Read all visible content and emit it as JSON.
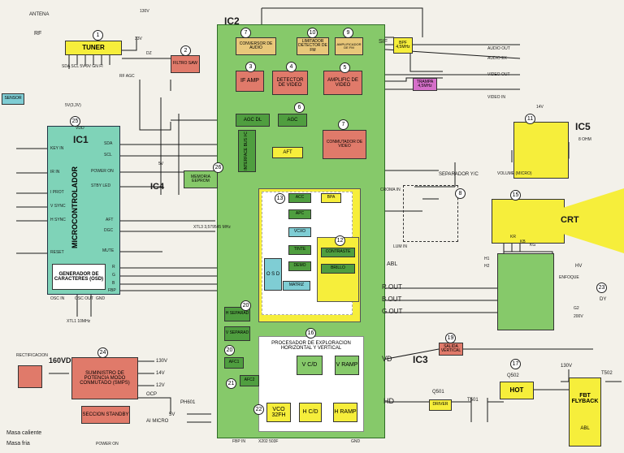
{
  "colors": {
    "bg": "#f3f1ea",
    "ic_green": "#86c96a",
    "ic_dark": "#4f9e3f",
    "block_red": "#e07a6a",
    "block_yellow": "#f6ee3b",
    "block_tan": "#e8c77a",
    "block_pink": "#d56fc9",
    "mcu": "#7fd3b8",
    "wire": "#1a1a1a"
  },
  "ic2": {
    "title": "IC2",
    "conv_audio": "CONVERSOR DE AUDIO",
    "limiter": "LIMITADOR DETECTOR DE FM",
    "amp_fm": "AMPLIFICADOR DE FM",
    "sif": "SIF",
    "bpf": "BPF 4,5MHz",
    "if_amp": "IF AMP",
    "det_video": "DETECTOR DE VIDEO",
    "amp_video": "AMPLIFIC DE VIDEO",
    "agc_dl": "AGC DL",
    "agc": "AGC",
    "conv_video": "CONMUTADOR DE VIDEO",
    "aft": "AFT",
    "bus": "INTERFACE BUS I²C",
    "acc": "ACC",
    "bpa": "BPA",
    "apc": "APC",
    "vcxo": "VCXO",
    "tinte": "TINTE",
    "demo": "DEMO",
    "contraste": "CONTRASTE",
    "brillo": "BRILLO",
    "osd": "O S D",
    "matriz": "MATRIZ",
    "h_sep": "H SEPARAD",
    "v_sep": "V SEPARAD",
    "proc": "PROCESADOR DE EXPLORACION HORIZONTAL Y VERTICAL",
    "afc1": "AFC1",
    "afc2": "AFC2",
    "vcd": "V C/D",
    "vramp": "V RAMP",
    "vco": "VCO 32FH",
    "hcd": "H C/D",
    "hramp": "H RAMP"
  },
  "ic1": {
    "title": "IC1",
    "name": "MICROCONTROLADOR",
    "vdd": "VDD",
    "pins_left": [
      "KEY IN",
      "IR IN",
      "I PROT",
      "V SYNC",
      "H SYNC",
      "RESET"
    ],
    "pins_right": [
      "SDA",
      "SCL",
      "POWER ON",
      "STBY LED",
      "AFT",
      "DGC",
      "MUTE"
    ],
    "osd_gen": "GENERADOR DE CARACTERES (OSD)",
    "rgb": [
      "R",
      "G",
      "B",
      "FBP"
    ],
    "bottom": [
      "OSC IN",
      "OSC OUT",
      "GND"
    ],
    "xtal": "XTL1 10MHz",
    "vcc": "5V(3,3V)"
  },
  "ic3": {
    "title": "IC3",
    "salida": "SALIDA VERTICAL"
  },
  "ic4": {
    "title": "IC4",
    "memoria": "MEMORIA EEPROM",
    "v5": "5V"
  },
  "ic5": {
    "title": "IC5",
    "v14": "14V",
    "ohm": "8 OHM",
    "vol": "VOLUME (MICRO)"
  },
  "tuner": {
    "label": "TUNER",
    "antena": "ANTENA",
    "rf": "RF",
    "pins": "SDA SCL 5V 9V GN FI",
    "rf_agc": "RF AGC",
    "v33": "33V",
    "v130": "130V",
    "dz": "DZ"
  },
  "misc": {
    "filtro": "FILTRO SAW",
    "trampa": "TRAMPA 4,5MHz",
    "sensor": "SENSOR",
    "separador": "SEPARADOR Y/C",
    "croma": "CROMA IN",
    "lum": "LUM IN",
    "abl": "ABL",
    "r_out": "R OUT",
    "b_out": "B OUT",
    "g_out": "G OUT",
    "vd": "VD",
    "hd": "HD",
    "crt": "CRT",
    "enfoque": "ENFOQUE",
    "hv": "HV",
    "dy": "DY",
    "g2": "G2",
    "v200": "200V",
    "kr": "KR",
    "kb": "KB",
    "kg": "KG",
    "h1": "H1",
    "h2": "H2",
    "xtl3": "XTL3 3,579545 MHz",
    "x202": "X202 503F",
    "fbp_in": "FBP IN",
    "gnd": "GND",
    "audio_out": "AUDIO OUT",
    "audio_ex": "AUDIO EX",
    "video_out": "VIDEO OUT",
    "video_in": "VIDEO IN",
    "v9": "9V"
  },
  "power": {
    "rect": "RECTIFICACION",
    "v160": "160VDC",
    "smps": "SUMINISTRO DE POTENCIA MODO CONMUTADO (SMPS)",
    "standby": "SECCION STANDBY",
    "ocp": "OCP",
    "ph601": "PH601",
    "v130": "130V",
    "v14": "14V",
    "v12": "12V",
    "v5": "5V",
    "ai": "AI MICRO",
    "power_on": "POWER ON",
    "caliente": "Masa caliente",
    "fria": "Masa fria"
  },
  "hout": {
    "q501": "Q501",
    "driver": "DRIVER",
    "t501": "T501",
    "q502": "Q502",
    "hot": "HOT",
    "t502": "T502",
    "fbt": "FBT FLYBACK",
    "abl": "ABL",
    "v130": "130V"
  },
  "nums": [
    "1",
    "2",
    "3",
    "4",
    "5",
    "6",
    "7",
    "7",
    "8",
    "9",
    "10",
    "11",
    "12",
    "13",
    "15",
    "16",
    "17",
    "19",
    "20",
    "20",
    "21",
    "22",
    "23",
    "24",
    "25",
    "26"
  ]
}
